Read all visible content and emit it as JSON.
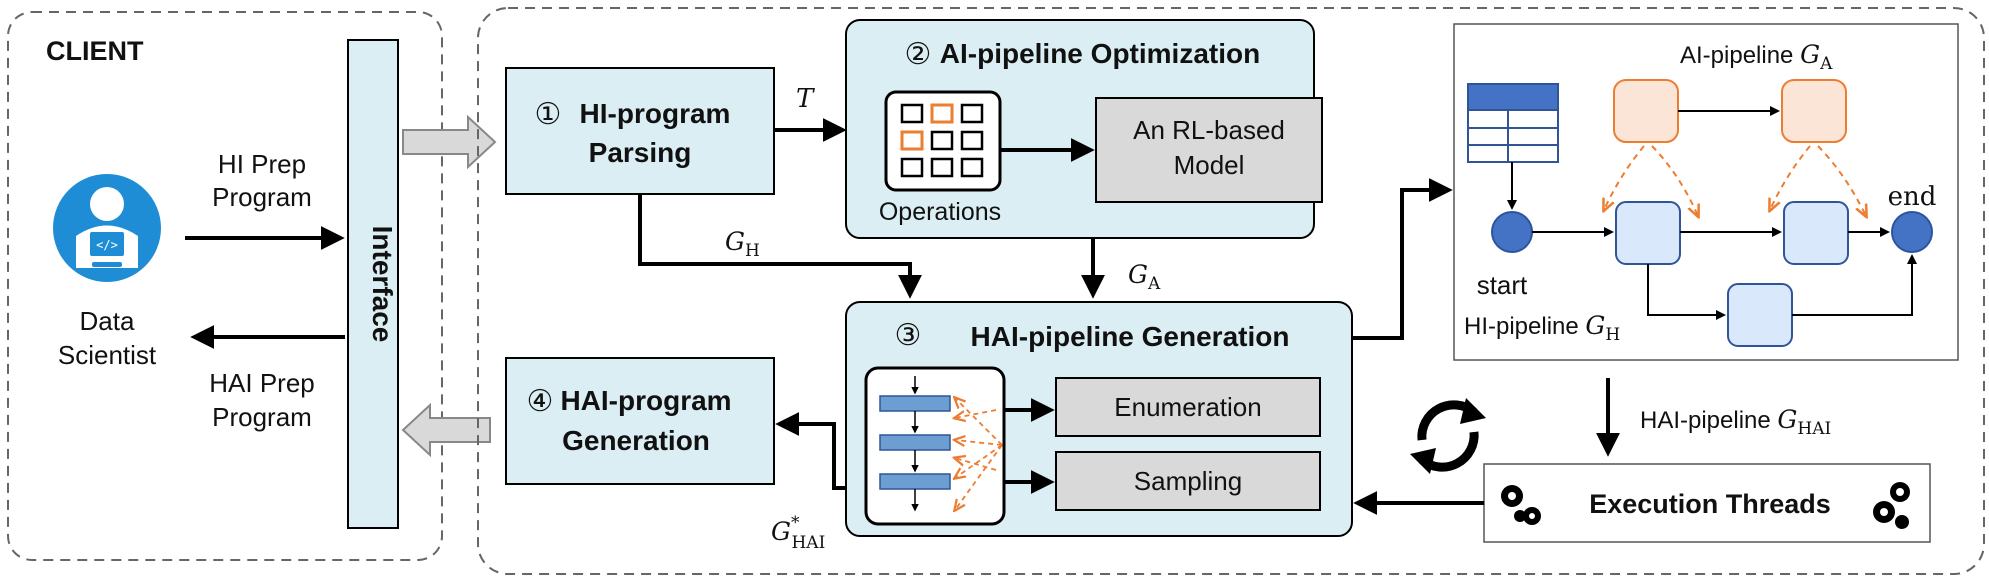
{
  "client": {
    "title": "CLIENT",
    "user_label_line1": "Data",
    "user_label_line2": "Scientist",
    "hi_prep_line1": "HI Prep",
    "hi_prep_line2": "Program",
    "hai_prep_line1": "HAI Prep",
    "hai_prep_line2": "Program",
    "interface_label": "Interface",
    "user_icon": "data-scientist-icon",
    "code_glyph": "</>"
  },
  "steps": {
    "hi_parsing": {
      "num": "①",
      "line1": "HI-program",
      "line2": "Parsing"
    },
    "ai_opt": {
      "num": "②",
      "title": "AI-pipeline Optimization",
      "ops_label": "Operations",
      "rl_line1": "An RL-based",
      "rl_line2": "Model"
    },
    "hai_gen": {
      "num": "③",
      "title": "HAI-pipeline Generation",
      "enum": "Enumeration",
      "sampling": "Sampling"
    },
    "hai_prog": {
      "num": "④",
      "line1": "HAI-program",
      "line2": "Generation"
    }
  },
  "labels": {
    "T": "T",
    "GH_base": "G",
    "GH_sub": "H",
    "GA_base": "G",
    "GA_sub": "A",
    "GHAI_star_base": "G",
    "GHAI_star_sup": "*",
    "GHAI_star_sub": "HAI"
  },
  "pipeline_panel": {
    "ai_label": "AI-pipeline ",
    "ai_G": "G",
    "ai_sub": "A",
    "hi_label": "HI-pipeline ",
    "hi_G": "G",
    "hi_sub": "H",
    "start": "start",
    "end": "end"
  },
  "execution": {
    "hai_pipeline_label": "HAI-pipeline ",
    "hai_G": "G",
    "hai_sub": "HAI",
    "threads": "Execution Threads",
    "refresh_icon": "refresh-cycle-icon",
    "gear_icon": "gears-icon"
  },
  "colors": {
    "box_fill": "#dbeef3",
    "gray_fill": "#d9d9d9",
    "orange": "#ed7d31",
    "orange_fill": "#fbe5d6",
    "blue_node": "#4472c4",
    "light_node": "#dae8fc",
    "user_icon": "#1f8dd6"
  }
}
